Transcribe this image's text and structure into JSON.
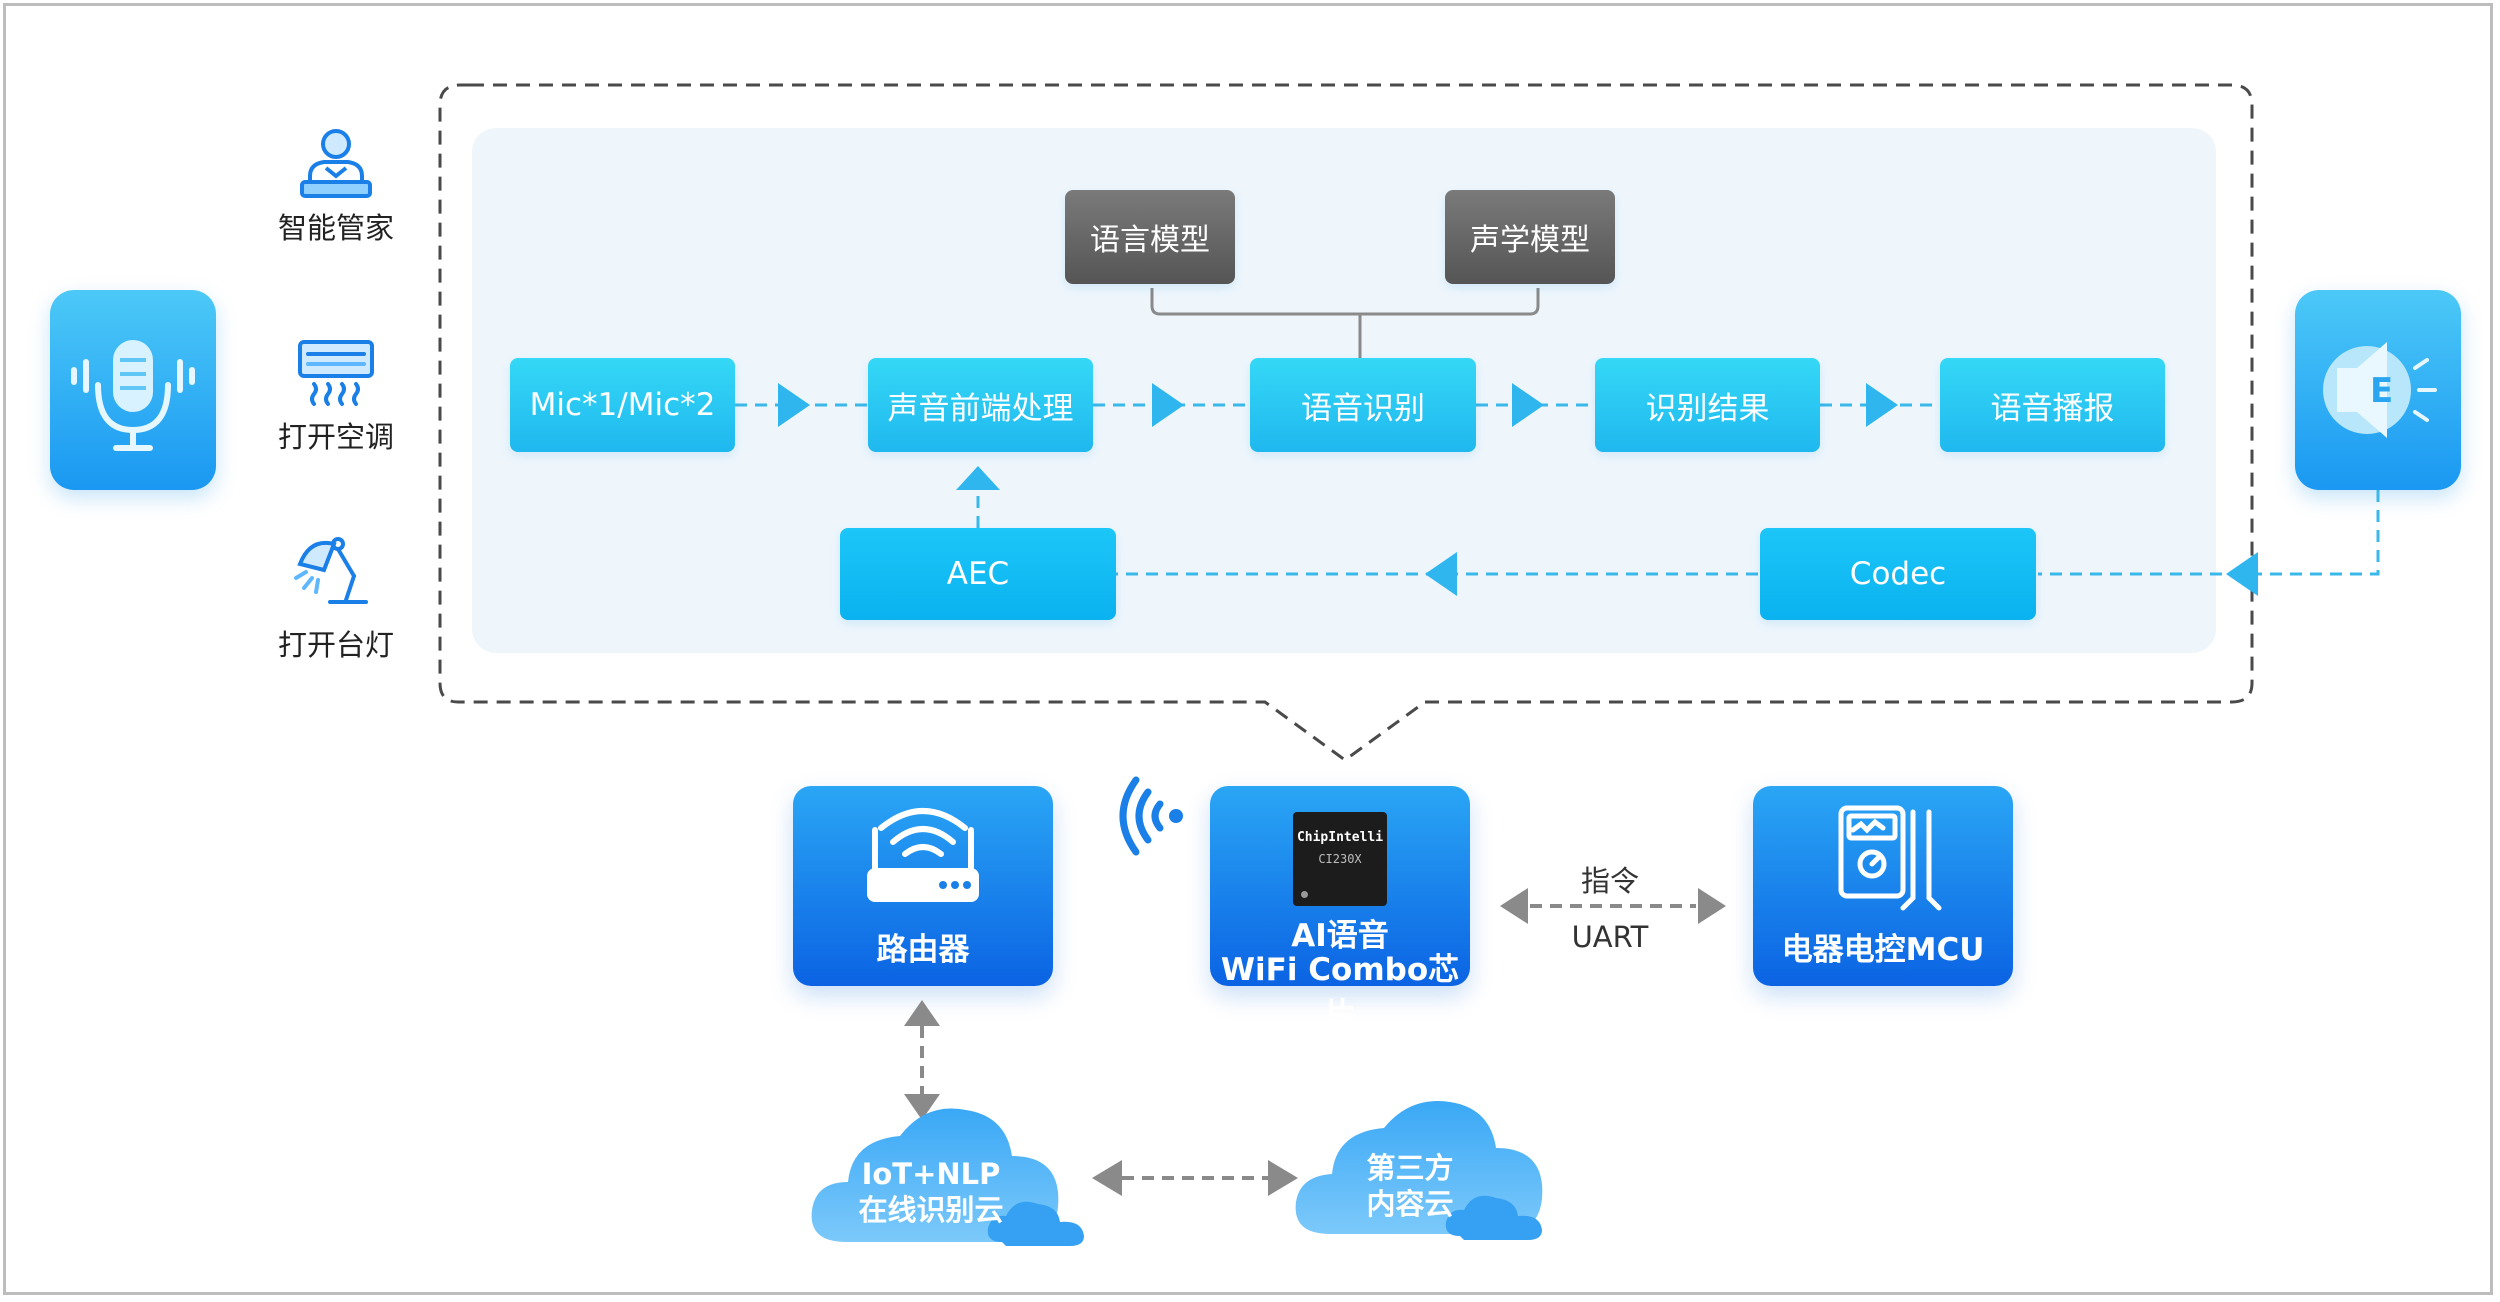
{
  "scenes": [
    {
      "label": "智能管家",
      "icon": "butler-icon"
    },
    {
      "label": "打开空调",
      "icon": "air-conditioner-icon"
    },
    {
      "label": "打开台灯",
      "icon": "desk-lamp-icon"
    }
  ],
  "side_icons": {
    "left": "microphone-icon",
    "right": "speaker-icon"
  },
  "models": {
    "language": "语言模型",
    "acoustic": "声学模型"
  },
  "pipeline": {
    "mic": "Mic*1/Mic*2",
    "front_end": "声音前端处理",
    "recognition": "语音识别",
    "result": "识别结果",
    "broadcast": "语音播报",
    "aec": "AEC",
    "codec": "Codec"
  },
  "devices": {
    "router": "路由器",
    "chip_line1": "AI语音",
    "chip_line2": "WiFi Combo芯片",
    "chip_brand": "ChipIntelli",
    "chip_model": "CI230X",
    "mcu": "电器电控MCU"
  },
  "links": {
    "command": "指令",
    "uart": "UART"
  },
  "clouds": {
    "iot_line1": "IoT+NLP",
    "iot_line2": "在线识别云",
    "third_line1": "第三方",
    "third_line2": "内容云"
  },
  "colors": {
    "flow_dash": "#3ab8ea",
    "flow_arrow": "#2fb6ef",
    "callout_dash": "#4a4a4a",
    "card_top": "#2aa6f5",
    "card_bottom": "#0b63e3",
    "gray_arrow": "#8a8a8a"
  }
}
